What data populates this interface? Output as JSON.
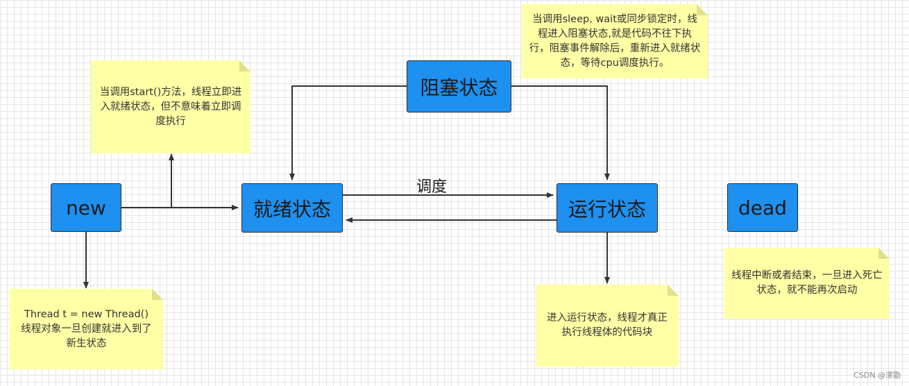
{
  "states": {
    "new": "new",
    "ready": "就绪状态",
    "blocked": "阻塞状态",
    "running": "运行状态",
    "dead": "dead"
  },
  "edge_labels": {
    "schedule": "调度"
  },
  "notes": {
    "start": "当调用start()方法，线程立即进入就绪状态，但不意味着立即调度执行",
    "create": "Thread t = new Thread()\n线程对象一旦创建就进入到了新生状态",
    "blocked": "当调用sleep, wait或同步锁定时，线程进入阻塞状态,就是代码不往下执行，阻塞事件解除后，重新进入就绪状态，等待cpu调度执行。",
    "running": "进入运行状态，线程才真正执行线程体的代码块",
    "dead": "线程中断或者结束，一旦进入死亡状态，就不能再次启动"
  },
  "watermark": "CSDN @潆勖",
  "colors": {
    "state_fill": "#1e90f0",
    "note_fill": "#ffffa6",
    "arrow": "#333333"
  }
}
